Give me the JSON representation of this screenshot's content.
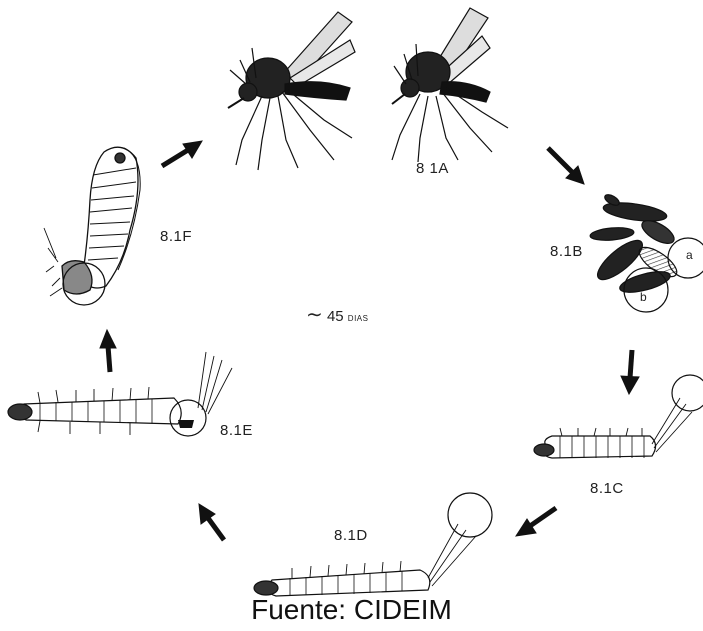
{
  "stages": {
    "adult": "8 1A",
    "eggs": "8.1B",
    "larva_1": "8.1C",
    "larva_2": "8.1D",
    "larva_3": "8.1E",
    "pupa": "8.1F"
  },
  "egg_details": {
    "a": "a",
    "b": "b"
  },
  "cycle": {
    "symbol": "∼",
    "number": "45",
    "unit": "DIAS"
  },
  "source": "Fuente: CIDEIM"
}
